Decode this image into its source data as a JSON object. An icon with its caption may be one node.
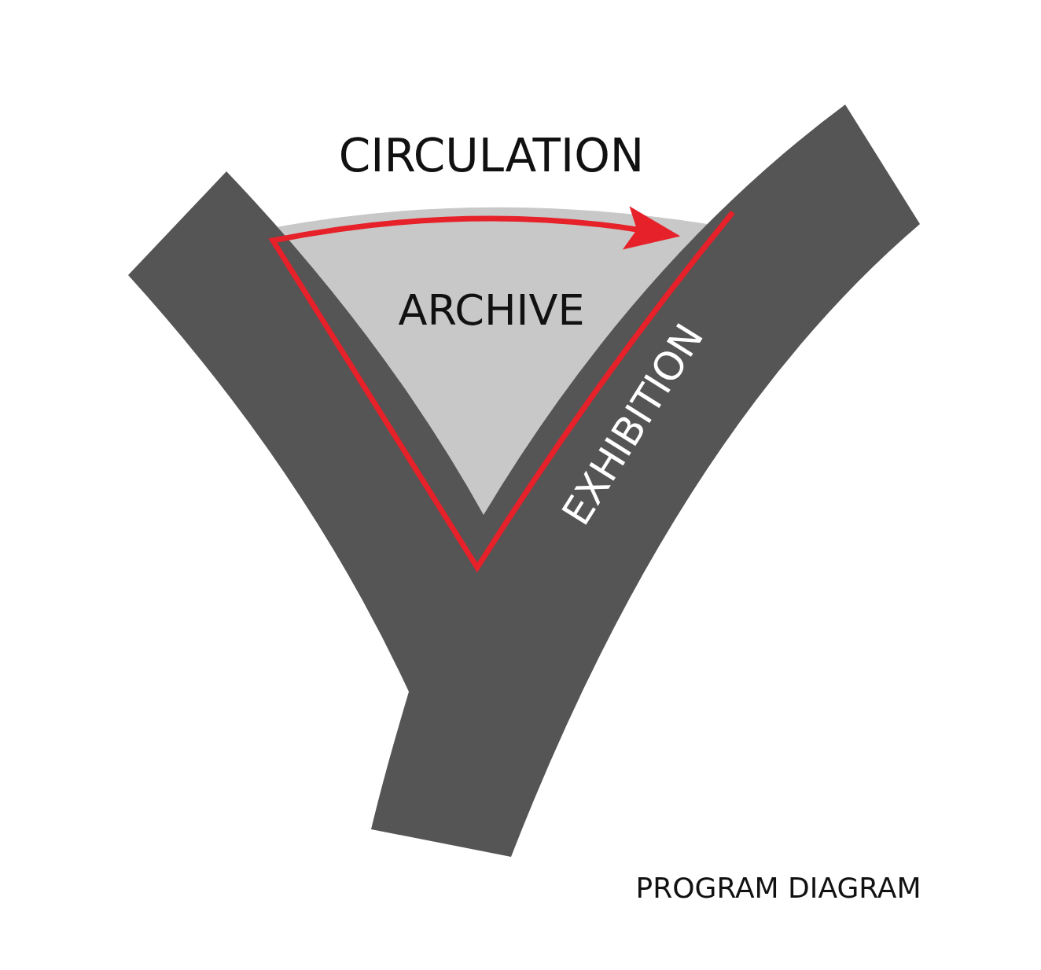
{
  "diagram": {
    "caption": "PROGRAM DIAGRAM",
    "nodes": [
      {
        "text": [
          "EXHIBITION"
        ]
      },
      {
        "text": [
          "ARCHIVE"
        ]
      }
    ],
    "edges": [
      {
        "from": 0,
        "to": 1,
        "arrow": "to",
        "label": "CIRCULATION",
        "color": "#e62129"
      }
    ]
  }
}
